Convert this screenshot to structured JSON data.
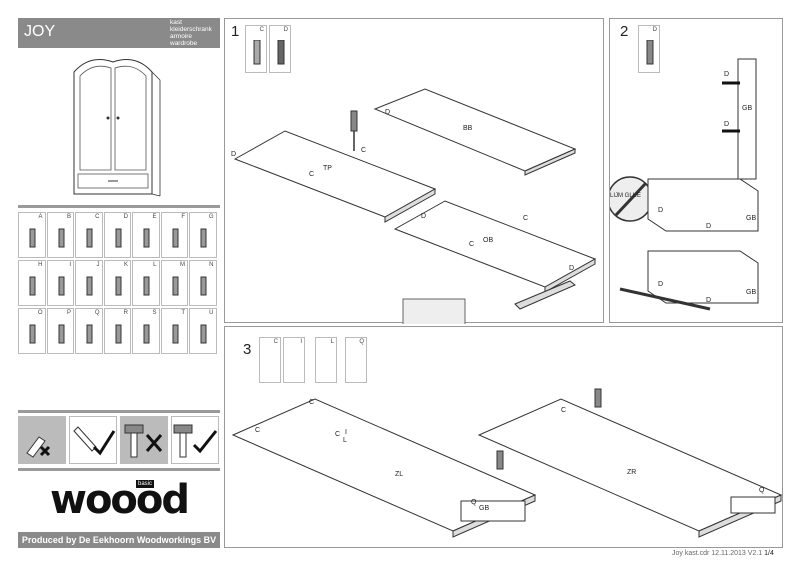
{
  "product": {
    "name": "JOY",
    "subtitles": [
      "kast",
      "kleiderschrank",
      "armoire",
      "wardrobe"
    ]
  },
  "parts": [
    {
      "letter": "A"
    },
    {
      "letter": "B"
    },
    {
      "letter": "C"
    },
    {
      "letter": "D"
    },
    {
      "letter": "E"
    },
    {
      "letter": "F"
    },
    {
      "letter": "G"
    },
    {
      "letter": "H"
    },
    {
      "letter": "I"
    },
    {
      "letter": "J"
    },
    {
      "letter": "K"
    },
    {
      "letter": "L"
    },
    {
      "letter": "M"
    },
    {
      "letter": "N"
    },
    {
      "letter": "O"
    },
    {
      "letter": "P"
    },
    {
      "letter": "Q"
    },
    {
      "letter": "R"
    },
    {
      "letter": "S"
    },
    {
      "letter": "T"
    },
    {
      "letter": "U"
    }
  ],
  "brand": {
    "logo_text": "woood",
    "badge_text": "basic"
  },
  "produced_by": "Produced by De Eekhoorn Woodworkings BV",
  "step1": {
    "number": "1",
    "parts": [
      "C",
      "D"
    ],
    "panels": [
      "BB",
      "TP",
      "OB"
    ],
    "labels": {
      "c": "C",
      "d": "D"
    }
  },
  "step2": {
    "number": "2",
    "parts": [
      "D"
    ],
    "panel": "GB",
    "glue_text": "LIJM GLUE",
    "labels": {
      "d": "D"
    }
  },
  "step3": {
    "number": "3",
    "parts": [
      "C",
      "I",
      "L",
      "Q"
    ],
    "panels": [
      "ZL",
      "ZR",
      "GB"
    ],
    "labels": {
      "c": "C",
      "i": "I",
      "l": "L",
      "q": "Q"
    }
  },
  "footer": {
    "file": "Joy kast.cdr 12.11.2013 V2.1",
    "page": "1/4"
  }
}
